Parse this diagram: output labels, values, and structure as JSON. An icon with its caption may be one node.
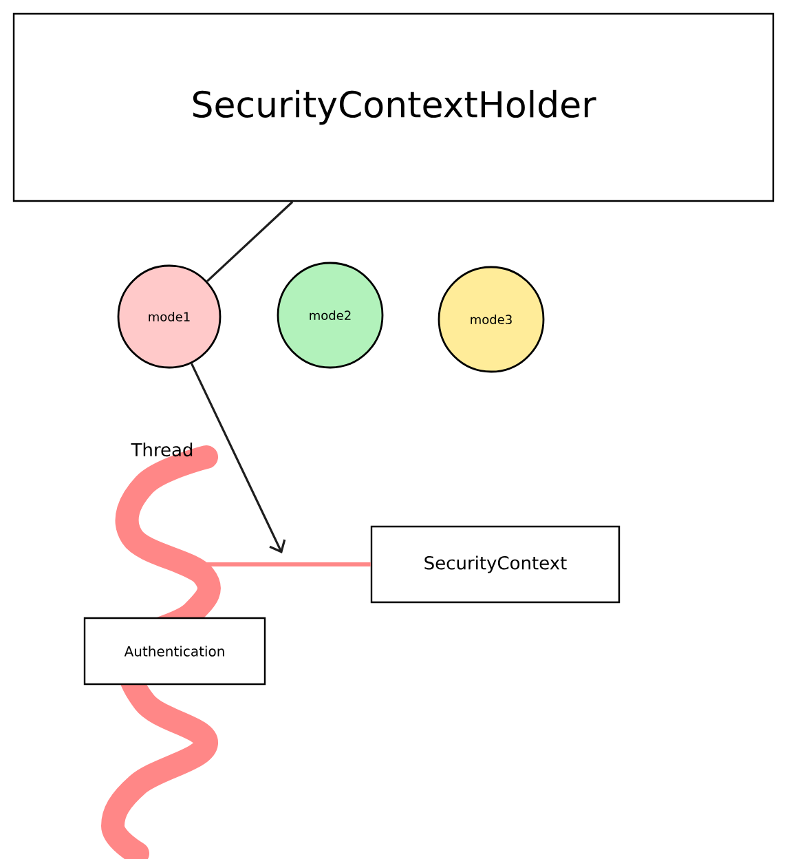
{
  "diagram": {
    "nodes": [
      {
        "text": [
          "SecurityContextHolder"
        ]
      },
      {
        "text": [
          "mode1"
        ]
      },
      {
        "text": [
          "mode2"
        ]
      },
      {
        "text": [
          "mode3"
        ]
      },
      {
        "text": [
          "Thread"
        ]
      },
      {
        "text": [
          "SecurityContext"
        ]
      },
      {
        "text": [
          "Authentication"
        ]
      }
    ],
    "edges": [
      {
        "from": 0,
        "to": 1,
        "arrow": "none"
      },
      {
        "from": 1,
        "to": null,
        "arrow": "to"
      },
      {
        "from": 4,
        "to": 5,
        "arrow": "none",
        "color": "#ff8787"
      }
    ]
  }
}
